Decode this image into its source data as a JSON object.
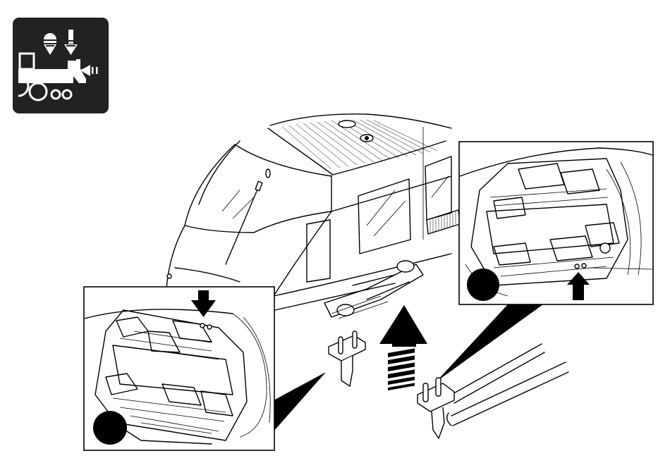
{
  "figure": {
    "icon": {
      "name": "steam-locomotive-function-icon",
      "bg_color": "#222222",
      "fg_color": "#ffffff"
    },
    "colors": {
      "line": "#000000",
      "background": "#ffffff"
    },
    "insets": [
      {
        "name": "bogie-detail-left",
        "marker": "black-dot",
        "arrow": "down"
      },
      {
        "name": "bogie-detail-right",
        "marker": "black-dot",
        "arrow": "up"
      }
    ],
    "parts": [
      {
        "name": "contact-pickup-shoe"
      },
      {
        "name": "tweezers"
      }
    ]
  }
}
